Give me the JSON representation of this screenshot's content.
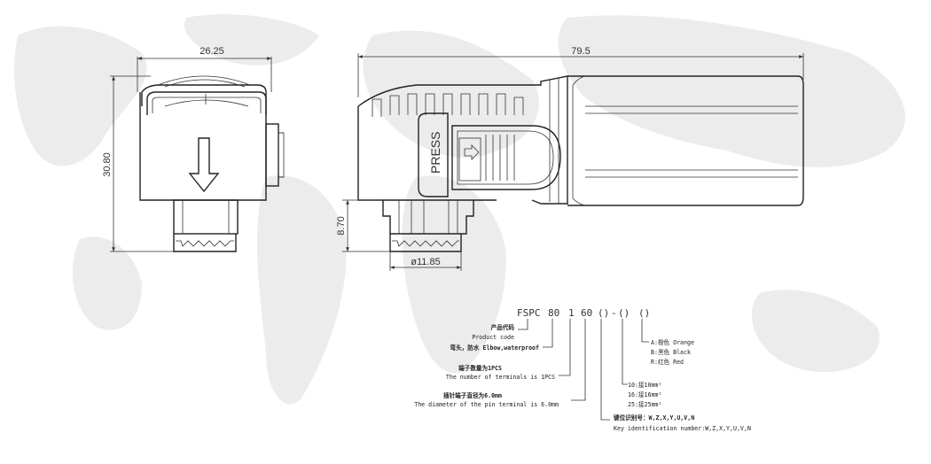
{
  "dimensions": {
    "left_width": "26.25",
    "left_height": "30.80",
    "right_length": "79.5",
    "pin_height": "8.70",
    "pin_diameter": "ø11.85"
  },
  "press_label": "PRESS",
  "code": {
    "prefix": "FSPC",
    "size": "80",
    "terminals": "1",
    "diameter": "60",
    "key": "()",
    "dash": "-",
    "area": "()",
    "color": "()"
  },
  "annotations": {
    "product_code_cn": "产品代码",
    "product_code_en": "Product code",
    "elbow": "弯头，防水 Elbow,waterproof",
    "terminals_cn": "端子数量为1PCS",
    "terminals_en": "The number of terminals is 1PCS",
    "pin_cn": "插针端子直径为6.0mm",
    "pin_en": "The diameter of the pin terminal is 6.0mm",
    "key_cn": "键位识别号：W,Z,X,Y,U,V,N",
    "key_en": "Key identification number:W,Z,X,Y,U,V,N",
    "colors": [
      "A:橙色 Orange",
      "B:黑色 Black",
      "R:红色 Red"
    ],
    "areas": [
      "10:接10mm²",
      "16:接16mm²",
      "25:接25mm²"
    ]
  }
}
